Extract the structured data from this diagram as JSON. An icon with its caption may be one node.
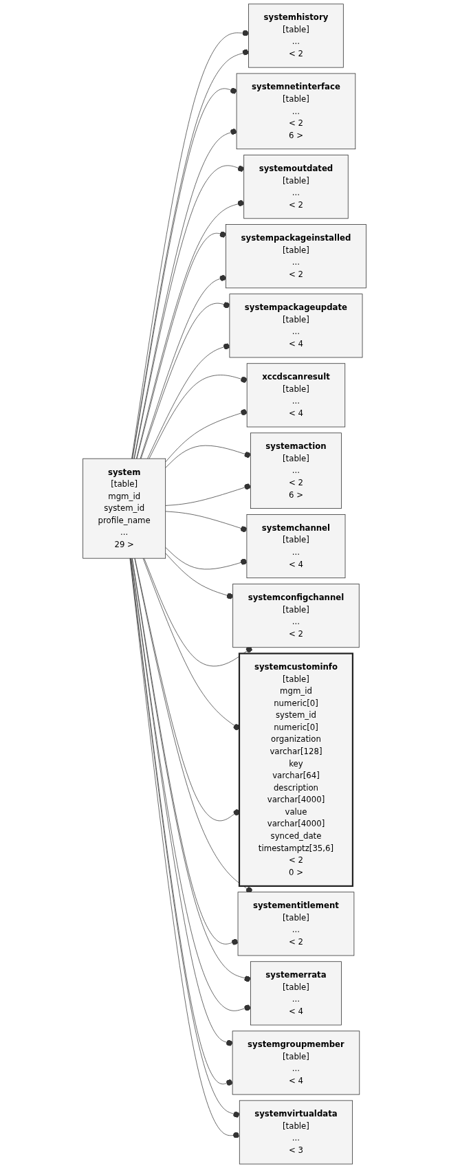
{
  "diagram": {
    "nodes": [
      {
        "text": [
          "system",
          "[table]",
          "mgm_id",
          "system_id",
          "profile_name",
          "...",
          "29 >"
        ]
      },
      {
        "text": [
          "systemhistory",
          "[table]",
          "...",
          "< 2"
        ]
      },
      {
        "text": [
          "systemnetinterface",
          "[table]",
          "...",
          "< 2",
          "6 >"
        ]
      },
      {
        "text": [
          "systemoutdated",
          "[table]",
          "...",
          "< 2"
        ]
      },
      {
        "text": [
          "systempackageinstalled",
          "[table]",
          "...",
          "< 2"
        ]
      },
      {
        "text": [
          "systempackageupdate",
          "[table]",
          "...",
          "< 4"
        ]
      },
      {
        "text": [
          "xccdscanresult",
          "[table]",
          "...",
          "< 4"
        ]
      },
      {
        "text": [
          "systemaction",
          "[table]",
          "...",
          "< 2",
          "6 >"
        ]
      },
      {
        "text": [
          "systemchannel",
          "[table]",
          "...",
          "< 4"
        ]
      },
      {
        "text": [
          "systemconfigchannel",
          "[table]",
          "...",
          "< 2"
        ]
      },
      {
        "text": [
          "systemcustominfo",
          "[table]",
          "mgm_id",
          "numeric[0]",
          "system_id",
          "numeric[0]",
          "organization",
          "varchar[128]",
          "key",
          "varchar[64]",
          "description",
          "varchar[4000]",
          "value",
          "varchar[4000]",
          "synced_date",
          "timestamptz[35,6]",
          "< 2",
          "0 >"
        ]
      },
      {
        "text": [
          "systementitlement",
          "[table]",
          "...",
          "< 2"
        ]
      },
      {
        "text": [
          "systemerrata",
          "[table]",
          "...",
          "< 4"
        ]
      },
      {
        "text": [
          "systemgroupmember",
          "[table]",
          "...",
          "< 4"
        ]
      },
      {
        "text": [
          "systemvirtualdata",
          "[table]",
          "...",
          "< 3"
        ]
      }
    ],
    "edges": [
      {
        "from": 0,
        "to": 1,
        "arrow": "other"
      },
      {
        "from": 0,
        "to": 1,
        "arrow": "other"
      },
      {
        "from": 0,
        "to": 2,
        "arrow": "other"
      },
      {
        "from": 0,
        "to": 2,
        "arrow": "other"
      },
      {
        "from": 0,
        "to": 3,
        "arrow": "other"
      },
      {
        "from": 0,
        "to": 3,
        "arrow": "other"
      },
      {
        "from": 0,
        "to": 4,
        "arrow": "other"
      },
      {
        "from": 0,
        "to": 4,
        "arrow": "other"
      },
      {
        "from": 0,
        "to": 5,
        "arrow": "other"
      },
      {
        "from": 0,
        "to": 5,
        "arrow": "other"
      },
      {
        "from": 0,
        "to": 6,
        "arrow": "other"
      },
      {
        "from": 0,
        "to": 6,
        "arrow": "other"
      },
      {
        "from": 0,
        "to": 7,
        "arrow": "other"
      },
      {
        "from": 0,
        "to": 7,
        "arrow": "other"
      },
      {
        "from": 0,
        "to": 8,
        "arrow": "other"
      },
      {
        "from": 0,
        "to": 8,
        "arrow": "other"
      },
      {
        "from": 0,
        "to": 9,
        "arrow": "other"
      },
      {
        "from": 0,
        "to": 9,
        "arrow": "other"
      },
      {
        "from": 0,
        "to": 10,
        "arrow": "other"
      },
      {
        "from": 0,
        "to": 10,
        "arrow": "other"
      },
      {
        "from": 0,
        "to": 11,
        "arrow": "other"
      },
      {
        "from": 0,
        "to": 11,
        "arrow": "other"
      },
      {
        "from": 0,
        "to": 12,
        "arrow": "other"
      },
      {
        "from": 0,
        "to": 12,
        "arrow": "other"
      },
      {
        "from": 0,
        "to": 13,
        "arrow": "other"
      },
      {
        "from": 0,
        "to": 13,
        "arrow": "other"
      },
      {
        "from": 0,
        "to": 14,
        "arrow": "other"
      },
      {
        "from": 0,
        "to": 14,
        "arrow": "other"
      }
    ]
  }
}
